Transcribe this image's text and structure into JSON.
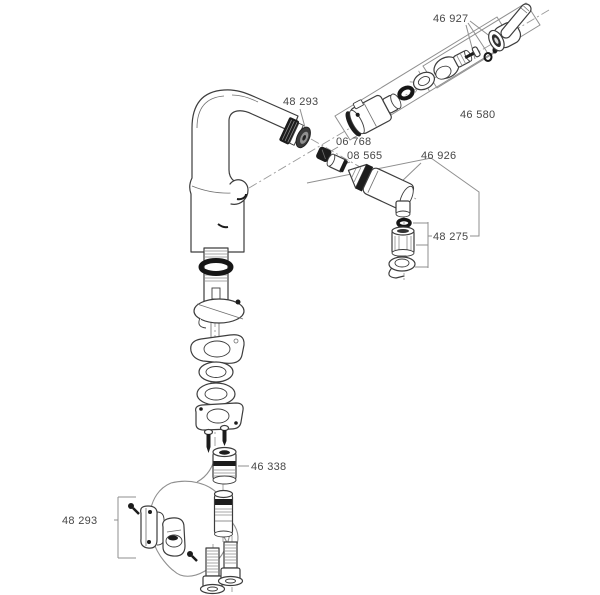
{
  "diagram": {
    "kind": "exploded-parts-diagram",
    "labels": {
      "lever_kit": "46 927",
      "mousseur": "48 293",
      "escutcheon_kit": "46 580",
      "check_valve": "06 768",
      "adapter": "08 565",
      "spray_head": "46 926",
      "mousseur_kit": "48 275",
      "quick_coupling": "46 338",
      "holder_kit": "48 293"
    },
    "colors": {
      "background": "#ffffff",
      "outline": "#3d3d3d",
      "group_line": "#8f8f8f",
      "dark_part": "#1c1c1c",
      "label_text": "#474747"
    }
  }
}
